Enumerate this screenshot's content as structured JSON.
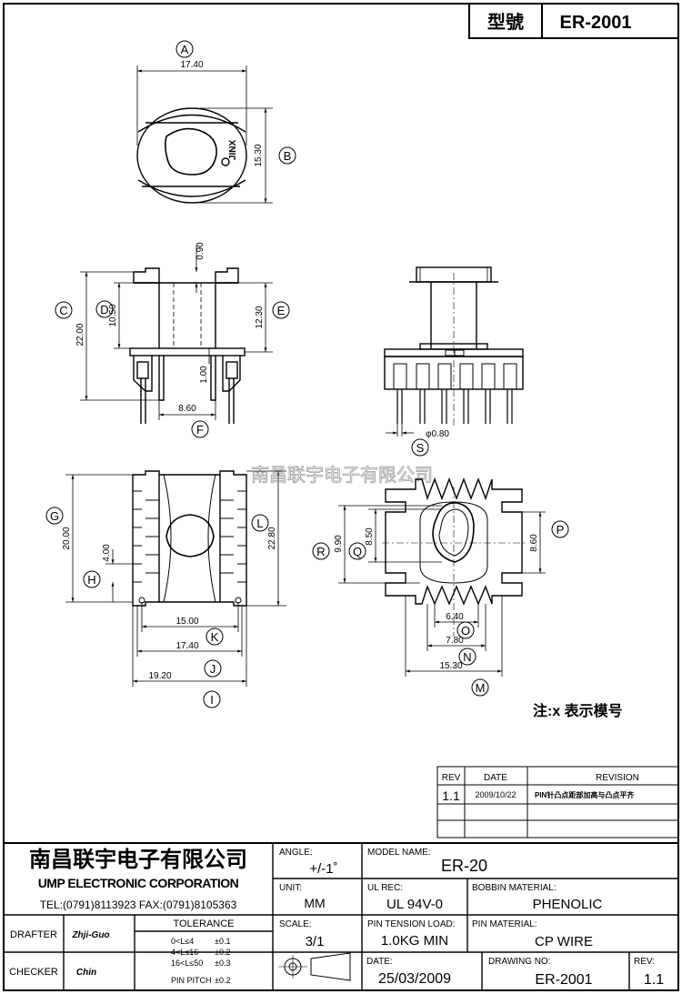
{
  "header": {
    "model_label": "型號",
    "model_value": "ER-2001"
  },
  "views": {
    "top": {
      "callout_a": "A",
      "callout_b": "B",
      "width": "17.40",
      "height": "15.30",
      "marking": "JINX"
    },
    "side": {
      "callout_c": "C",
      "callout_d": "D",
      "callout_e": "E",
      "callout_f": "F",
      "overall_height": "22.00",
      "inner_height": "10.50",
      "right_height": "12.30",
      "flange": "0.90",
      "pin_gap": "1.00",
      "pin_span": "8.60"
    },
    "front": {
      "callout_s": "S",
      "pin_dia": "φ0.80"
    },
    "lower_left": {
      "callout_g": "G",
      "callout_h": "H",
      "callout_i": "I",
      "callout_j": "J",
      "callout_k": "K",
      "callout_l": "L",
      "height": "20.00",
      "step": "4.00",
      "right_height": "22.80",
      "w15": "15.00",
      "w174": "17.40",
      "w192": "19.20"
    },
    "lower_right": {
      "callout_m": "M",
      "callout_n": "N",
      "callout_o": "O",
      "callout_p": "P",
      "callout_q": "Q",
      "callout_r": "R",
      "h990": "9.90",
      "h850": "8.50",
      "h860": "8.60",
      "w640": "6.40",
      "w780": "7.80",
      "w1530": "15.30"
    }
  },
  "watermark": "南昌联宇电子有限公司",
  "note": "注:x 表示模号",
  "revision_table": {
    "headers": [
      "REV",
      "DATE",
      "REVISION"
    ],
    "rows": [
      [
        "1.1",
        "2009/10/22",
        "PIN针凸点距部加高与凸点平齐"
      ]
    ]
  },
  "title_block": {
    "company_cn": "南昌联宇电子有限公司",
    "company_en": "UMP ELECTRONIC CORPORATION",
    "contact": "TEL:(0791)8113923  FAX:(0791)8105363",
    "drafter_label": "DRAFTER",
    "drafter_value": "Zhji-Guo",
    "checker_label": "CHECKER",
    "checker_value": "Chin",
    "tolerance_label": "TOLERANCE",
    "tolerance_rows": [
      {
        "range": "0<L≤4",
        "value": "±0.1"
      },
      {
        "range": "4<L≤16",
        "value": "±0.2"
      },
      {
        "range": "16<L≤50",
        "value": "±0.3"
      },
      {
        "range": "PIN PITCH",
        "value": "±0.2"
      }
    ],
    "angle_label": "ANGLE:",
    "angle_value": "+/-1˚",
    "unit_label": "UNIT:",
    "unit_value": "MM",
    "scale_label": "SCALE:",
    "scale_value": "3/1",
    "model_name_label": "MODEL NAME:",
    "model_name_value": "ER-20",
    "ul_label": "UL REC:",
    "ul_value": "UL 94V-0",
    "bobbin_label": "BOBBIN MATERIAL:",
    "bobbin_value": "PHENOLIC",
    "tension_label": "PIN TENSION LOAD:",
    "tension_value": "1.0KG MIN",
    "pin_material_label": "PIN MATERIAL:",
    "pin_material_value": "CP WIRE",
    "date_label": "DATE:",
    "date_value": "25/03/2009",
    "drawing_no_label": "DRAWING NO:",
    "drawing_no_value": "ER-2001",
    "rev_label": "REV:",
    "rev_value": "1.1"
  }
}
